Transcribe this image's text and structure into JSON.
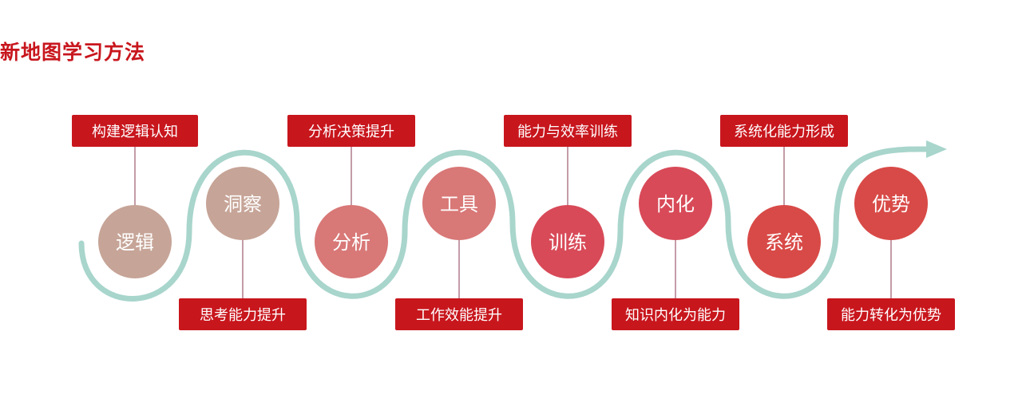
{
  "title": "新地图学习方法",
  "colors": {
    "title": "#c8161d",
    "path": "#a8d5cc",
    "label_box": "#c8161d",
    "connector": "#b07a8a",
    "circles": [
      "#c6a497",
      "#c6a497",
      "#d87877",
      "#d87877",
      "#d84a58",
      "#d84a58",
      "#d84a47",
      "#d84a47"
    ]
  },
  "steps": [
    {
      "name": "逻辑",
      "label": "构建逻辑认知"
    },
    {
      "name": "洞察",
      "label": "思考能力提升"
    },
    {
      "name": "分析",
      "label": "分析决策提升"
    },
    {
      "name": "工具",
      "label": "工作效能提升"
    },
    {
      "name": "训练",
      "label": "能力与效率训练"
    },
    {
      "name": "内化",
      "label": "知识内化为能力"
    },
    {
      "name": "系统",
      "label": "系统化能力形成"
    },
    {
      "name": "优势",
      "label": "能力转化为优势"
    }
  ]
}
